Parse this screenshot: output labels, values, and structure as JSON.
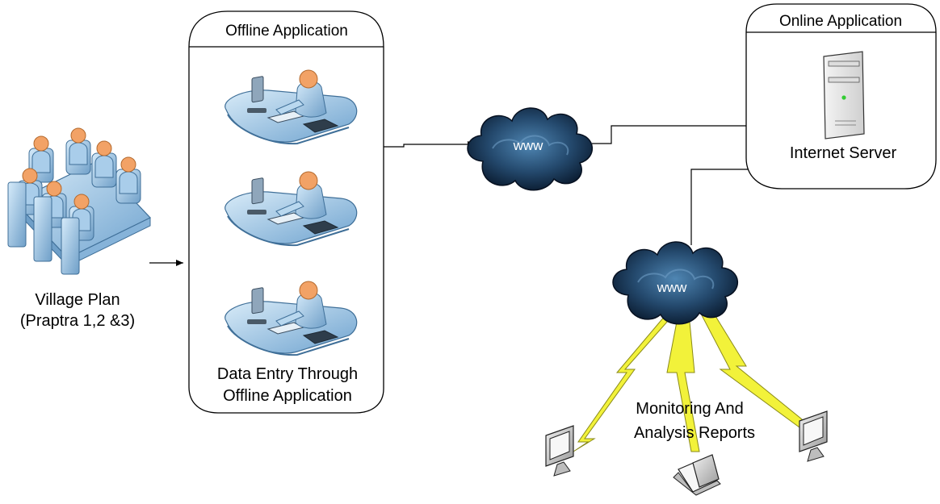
{
  "village": {
    "line1": "Village Plan",
    "line2": "(Praptra 1,2 &3)"
  },
  "offline": {
    "title": "Offline Application",
    "caption_line1": "Data Entry Through",
    "caption_line2": "Offline Application"
  },
  "online": {
    "title": "Online Application",
    "server_label": "Internet Server"
  },
  "clouds": {
    "top_label": "www",
    "bottom_label": "www"
  },
  "reports": {
    "line1": "Monitoring And",
    "line2": "Analysis Reports"
  },
  "colors": {
    "cloud_dark": "#0d1f33",
    "cloud_light": "#3d6f99",
    "lightning": "#f2f23a",
    "person_head": "#f2a266",
    "person_body": "#9cc6e8",
    "desk": "#7fb0d6"
  }
}
